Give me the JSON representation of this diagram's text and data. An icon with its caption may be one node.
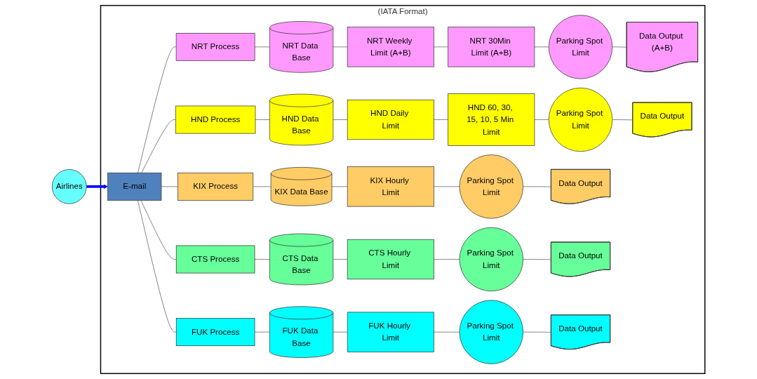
{
  "diagram": {
    "nodes": [
      {
        "text": [
          "Airlines"
        ]
      },
      {
        "text": [
          "(IATA Format)"
        ]
      },
      {
        "text": [
          "E-mail"
        ],
        "in": 1
      },
      {
        "text": [
          "NRT Process"
        ],
        "in": 1
      },
      {
        "text": [
          "NRT Data Base"
        ],
        "in": 1
      },
      {
        "text": [
          "NRT Weekly Limit (A+B)"
        ],
        "in": 1
      },
      {
        "text": [
          "NRT 30Min Limit (A+B)"
        ],
        "in": 1
      },
      {
        "text": [
          "Parking Spot Limit"
        ],
        "in": 1
      },
      {
        "text": [
          "Data Output (A+B)"
        ],
        "in": 1
      },
      {
        "text": [
          "HND Process"
        ],
        "in": 1
      },
      {
        "text": [
          "HND Data Base"
        ],
        "in": 1
      },
      {
        "text": [
          "HND Daily Limit"
        ],
        "in": 1
      },
      {
        "text": [
          "HND 60, 30, 15, 10, 5 Min Limit"
        ],
        "in": 1
      },
      {
        "text": [
          "Parking Spot Limit"
        ],
        "in": 1
      },
      {
        "text": [
          "Data Output"
        ],
        "in": 1
      },
      {
        "text": [
          "KIX Process"
        ],
        "in": 1
      },
      {
        "text": [
          "KIX Data Base"
        ],
        "in": 1
      },
      {
        "text": [
          "KIX Hourly Limit"
        ],
        "in": 1
      },
      {
        "text": [
          "Parking Spot Limit"
        ],
        "in": 1
      },
      {
        "text": [
          "Data Output"
        ],
        "in": 1
      },
      {
        "text": [
          "CTS Process"
        ],
        "in": 1
      },
      {
        "text": [
          "CTS Data Base"
        ],
        "in": 1
      },
      {
        "text": [
          "CTS Hourly Limit"
        ],
        "in": 1
      },
      {
        "text": [
          "Parking Spot Limit"
        ],
        "in": 1
      },
      {
        "text": [
          "Data Output"
        ],
        "in": 1
      },
      {
        "text": [
          "FUK Process"
        ],
        "in": 1
      },
      {
        "text": [
          "FUK Data Base"
        ],
        "in": 1
      },
      {
        "text": [
          "FUK Hourly Limit"
        ],
        "in": 1
      },
      {
        "text": [
          "Parking Spot Limit"
        ],
        "in": 1
      },
      {
        "text": [
          "Data Output"
        ],
        "in": 1
      }
    ],
    "edges": [
      {
        "from": 0,
        "to": 2,
        "arrow": "to",
        "style": "thick",
        "color": "#0000ff"
      },
      {
        "from": 2,
        "to": 3,
        "arrow": "none"
      },
      {
        "from": 2,
        "to": 9,
        "arrow": "none"
      },
      {
        "from": 2,
        "to": 15,
        "arrow": "none"
      },
      {
        "from": 2,
        "to": 20,
        "arrow": "none"
      },
      {
        "from": 2,
        "to": 25,
        "arrow": "none"
      },
      {
        "from": 3,
        "to": 4,
        "arrow": "none"
      },
      {
        "from": 4,
        "to": 5,
        "arrow": "none"
      },
      {
        "from": 5,
        "to": 6,
        "arrow": "none"
      },
      {
        "from": 6,
        "to": 7,
        "arrow": "none"
      },
      {
        "from": 7,
        "to": 8,
        "arrow": "none"
      },
      {
        "from": 9,
        "to": 10,
        "arrow": "none"
      },
      {
        "from": 10,
        "to": 11,
        "arrow": "none"
      },
      {
        "from": 11,
        "to": 12,
        "arrow": "none"
      },
      {
        "from": 12,
        "to": 13,
        "arrow": "none"
      },
      {
        "from": 13,
        "to": 14,
        "arrow": "none"
      },
      {
        "from": 15,
        "to": 16,
        "arrow": "none"
      },
      {
        "from": 16,
        "to": 17,
        "arrow": "none"
      },
      {
        "from": 17,
        "to": 18,
        "arrow": "none"
      },
      {
        "from": 18,
        "to": 19,
        "arrow": "none"
      },
      {
        "from": 20,
        "to": 21,
        "arrow": "none"
      },
      {
        "from": 21,
        "to": 22,
        "arrow": "none"
      },
      {
        "from": 22,
        "to": 23,
        "arrow": "none"
      },
      {
        "from": 23,
        "to": 24,
        "arrow": "none"
      },
      {
        "from": 25,
        "to": 26,
        "arrow": "none"
      },
      {
        "from": 26,
        "to": 27,
        "arrow": "none"
      },
      {
        "from": 27,
        "to": 28,
        "arrow": "none"
      },
      {
        "from": 28,
        "to": 29,
        "arrow": "none"
      }
    ]
  }
}
